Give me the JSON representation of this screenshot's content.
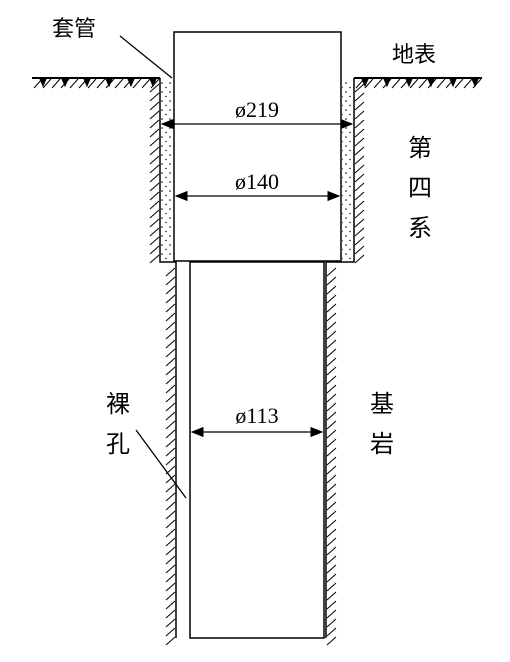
{
  "labels": {
    "casing": "套管",
    "ground_surface": "地表",
    "quaternary": [
      "第",
      "四",
      "系"
    ],
    "bedrock": [
      "基",
      "岩"
    ],
    "open_hole": [
      "裸",
      "孔"
    ]
  },
  "dimensions": {
    "outer_casing": "ø219",
    "inner_casing": "ø140",
    "open_hole": "ø113"
  }
}
